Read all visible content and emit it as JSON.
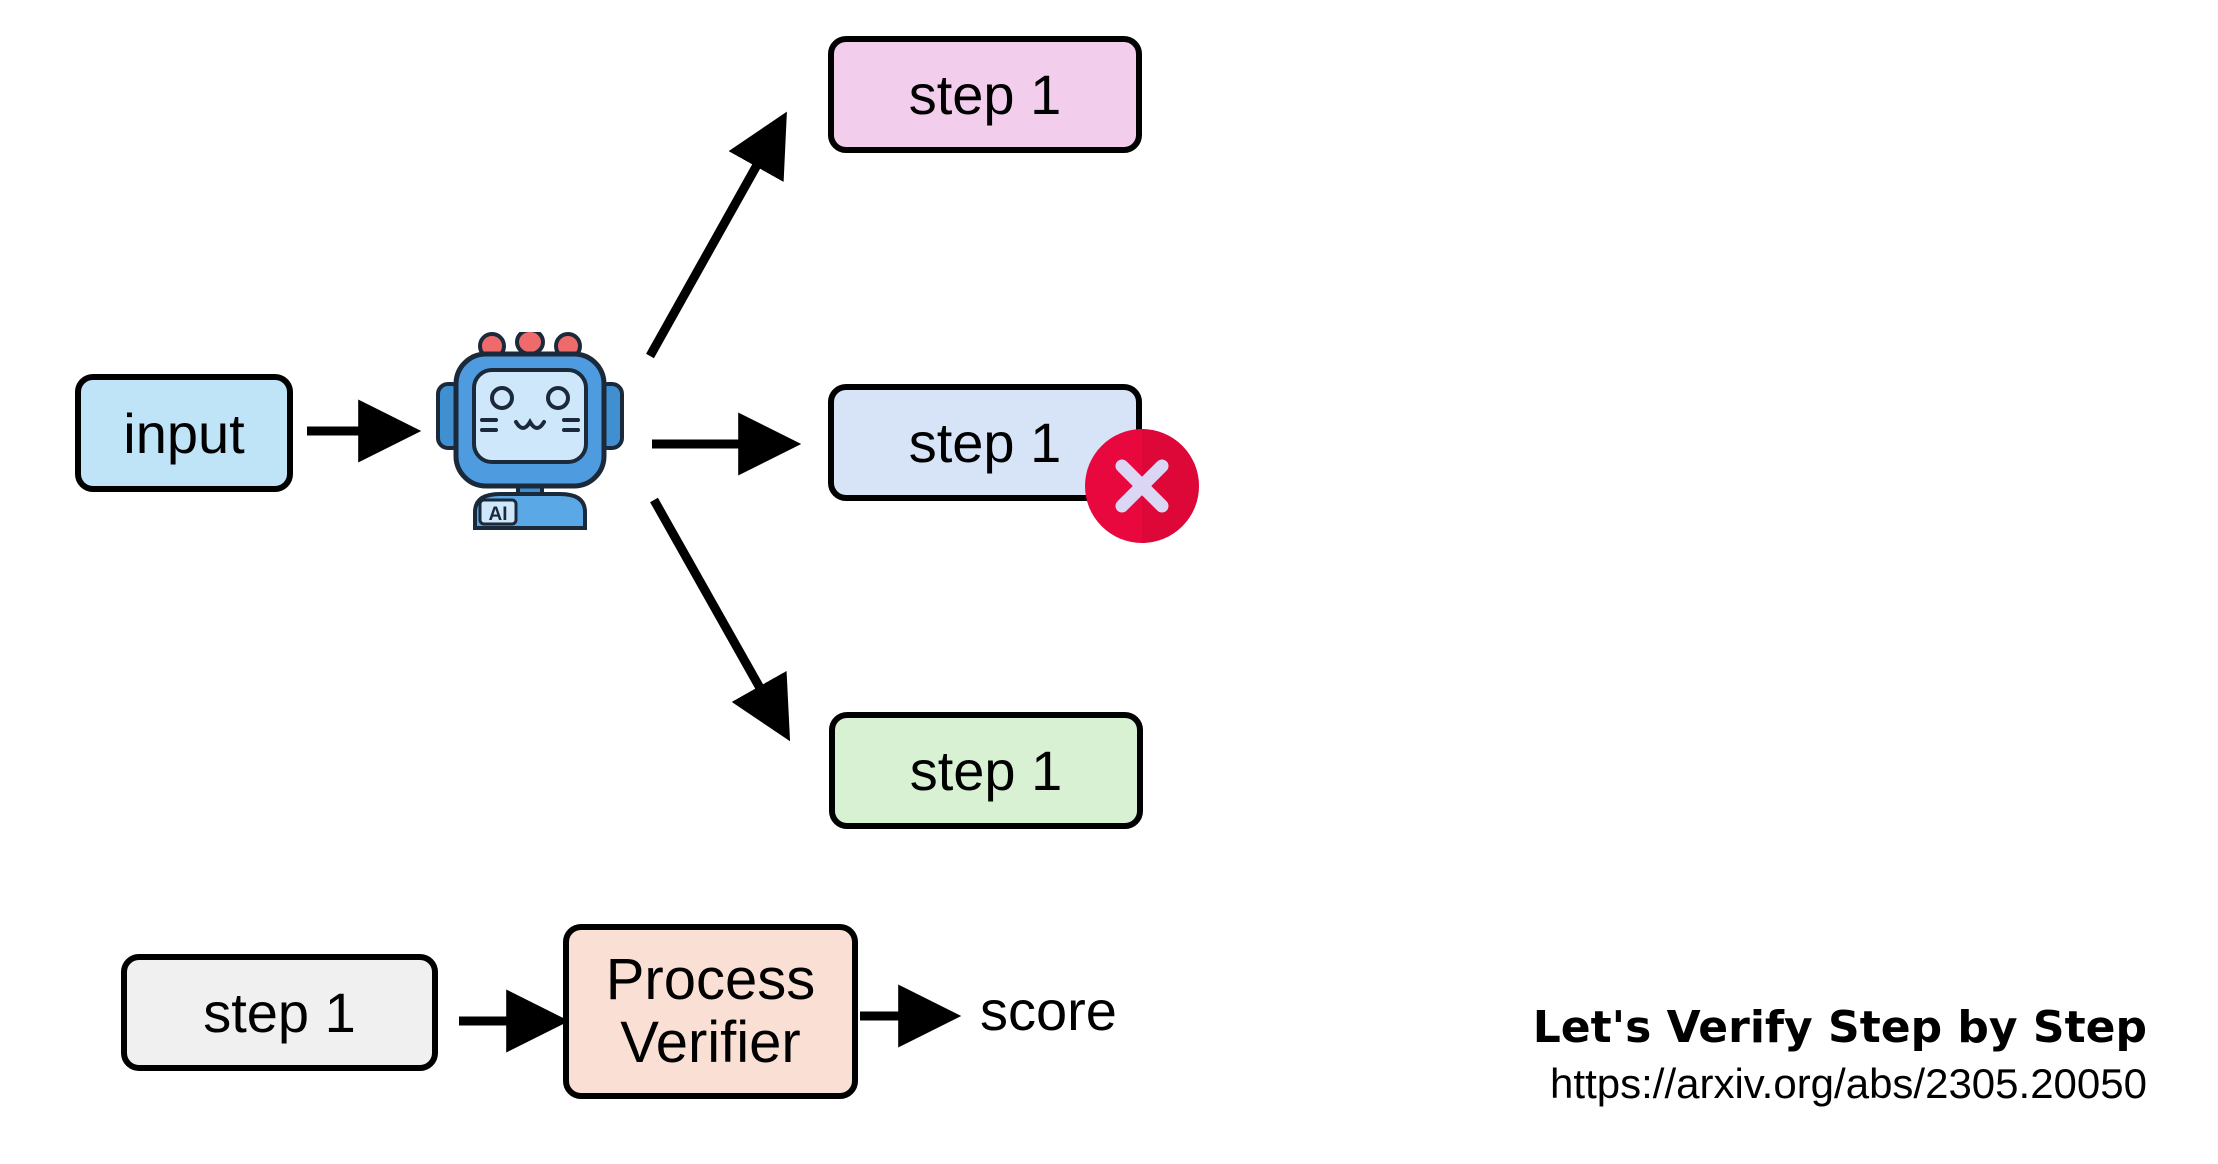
{
  "diagram": {
    "input_label": "input",
    "robot_badge": "AI",
    "branches": [
      {
        "label": "step 1",
        "fill": "#f2cdec",
        "status": "ok"
      },
      {
        "label": "step 1",
        "fill": "#d7e4f7",
        "status": "rejected"
      },
      {
        "label": "step 1",
        "fill": "#d8f1d3",
        "status": "ok"
      }
    ],
    "verifier_row": {
      "step_label": "step 1",
      "step_fill": "#f0f0f0",
      "verifier_line1": "Process",
      "verifier_line2": "Verifier",
      "verifier_fill": "#fae0d4",
      "output_label": "score"
    },
    "input_fill": "#bfe3f7",
    "rejected_icon": "close-icon",
    "rejected_color": "#e8083e"
  },
  "citation": {
    "title": "Let's Verify Step by Step",
    "url": "https://arxiv.org/abs/2305.20050"
  }
}
